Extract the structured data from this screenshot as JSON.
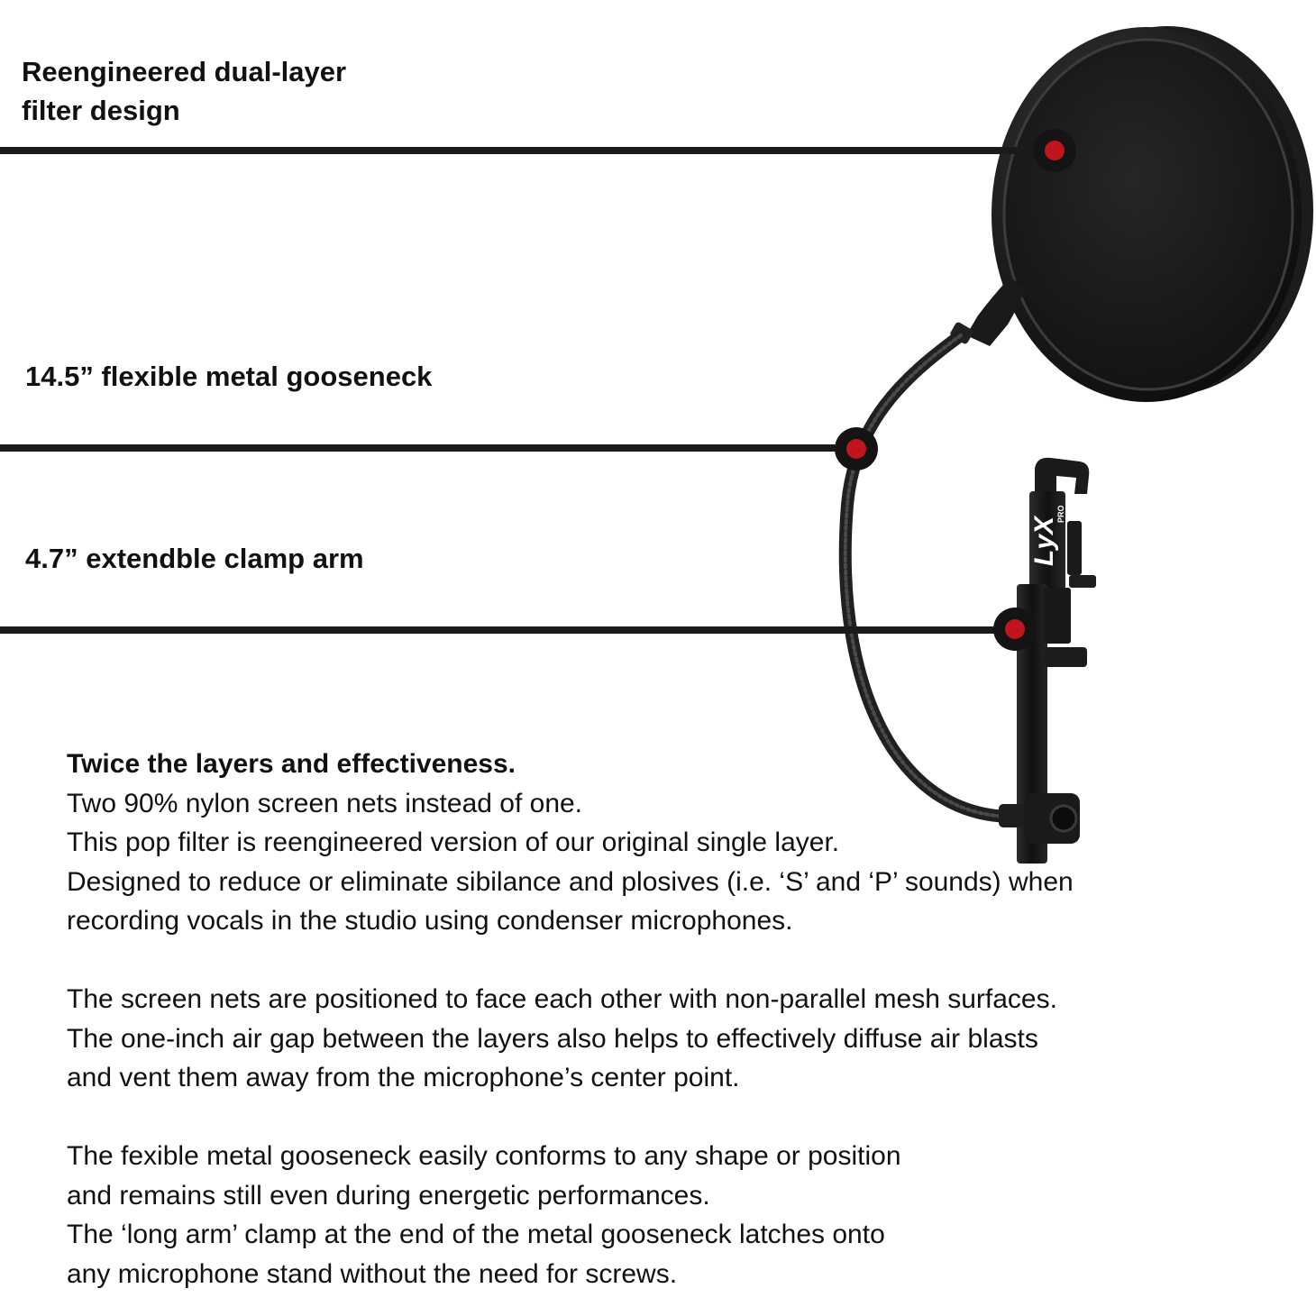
{
  "features": [
    {
      "label": "Reengineered dual-layer\nfilter design",
      "icon": "callout-dot-icon"
    },
    {
      "label": "14.5” flexible metal gooseneck",
      "icon": "callout-dot-icon"
    },
    {
      "label": "4.7” extendble clamp arm",
      "icon": "callout-dot-icon"
    }
  ],
  "brand": {
    "logo_text": "LyX",
    "logo_subtext": "PRO"
  },
  "description": {
    "headline": "Twice the layers and effectiveness.",
    "paragraph1": [
      "Two 90% nylon screen nets instead of one.",
      "This pop filter is reengineered version of our original single layer.",
      "Designed to reduce or eliminate sibilance and plosives (i.e. ‘S’ and ‘P’ sounds) when",
      "recording vocals in the studio using condenser microphones."
    ],
    "paragraph2": [
      "The screen nets are positioned to face each other with non-parallel mesh surfaces.",
      "The one-inch air gap between the layers also helps to effectively diffuse air blasts",
      "and vent them away from the microphone’s center point."
    ],
    "paragraph3": [
      "The fexible metal gooseneck easily conforms to any shape or position",
      "and remains still even during energetic performances.",
      "The ‘long arm’ clamp at the end of the metal gooseneck latches onto",
      "any microphone stand without the need for screws."
    ]
  },
  "colors": {
    "accent": "#c0141e",
    "line": "#1a1a1a",
    "text": "#111111",
    "background": "#ffffff"
  }
}
